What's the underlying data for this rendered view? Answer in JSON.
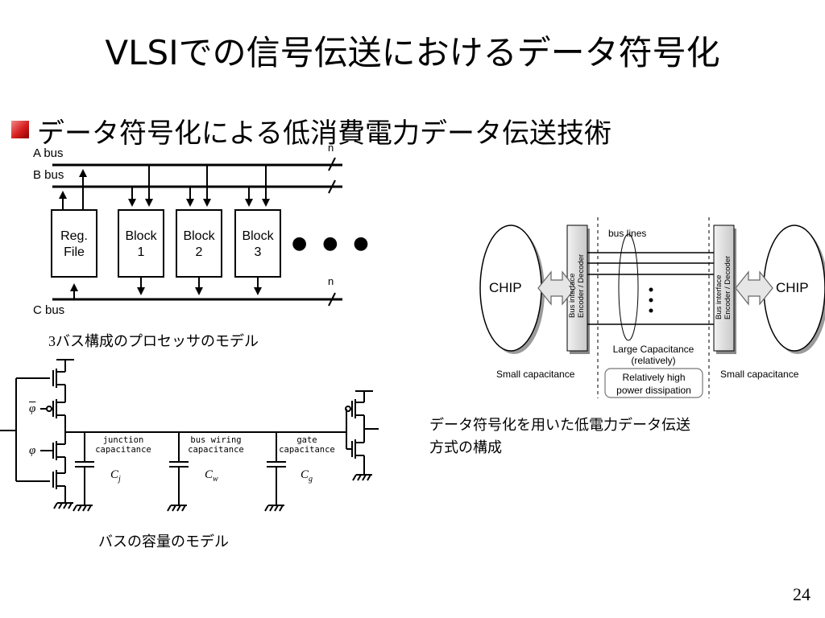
{
  "slide": {
    "title": "VLSIでの信号伝送におけるデータ符号化",
    "subtitle": "データ符号化による低消費電力データ伝送技術",
    "page_number": "24"
  },
  "processor_model": {
    "a_bus": "A bus",
    "b_bus": "B bus",
    "c_bus": "C bus",
    "n_top": "n",
    "n_bottom": "n",
    "reg_file_line1": "Reg.",
    "reg_file_line2": "File",
    "block1_line1": "Block",
    "block1_line2": "1",
    "block2_line1": "Block",
    "block2_line2": "2",
    "block3_line1": "Block",
    "block3_line2": "3",
    "ellipsis": "● ● ●",
    "caption_num": "3",
    "caption_text": "バス構成のプロセッサのモデル"
  },
  "capacitance_model": {
    "phi_bar": "φ",
    "phi": "φ",
    "junction_line1": "junction",
    "junction_line2": "capacitance",
    "wiring_line1": "bus wiring",
    "wiring_line2": "capacitance",
    "gate_line1": "gate",
    "gate_line2": "capacitance",
    "cj_main": "C",
    "cj_sub": "j",
    "cw_main": "C",
    "cw_sub": "w",
    "cg_main": "C",
    "cg_sub": "g",
    "caption": "バスの容量のモデル"
  },
  "encoding_system": {
    "chip_left": "CHIP",
    "chip_right": "CHIP",
    "bus_interface_left_1": "Bus interface",
    "bus_interface_left_2": "Encoder / Decoder",
    "bus_interface_right_1": "Bus interface",
    "bus_interface_right_2": "Encoder / Decoder",
    "bus_lines": "bus lines",
    "large_cap_1": "Large Capacitance",
    "large_cap_2": "(relatively)",
    "small_cap_left": "Small capacitance",
    "small_cap_right": "Small capacitance",
    "high_power_1": "Relatively high",
    "high_power_2": "power dissipation",
    "caption_line1": "データ符号化を用いた低電力データ伝送",
    "caption_line2": "方式の構成"
  }
}
